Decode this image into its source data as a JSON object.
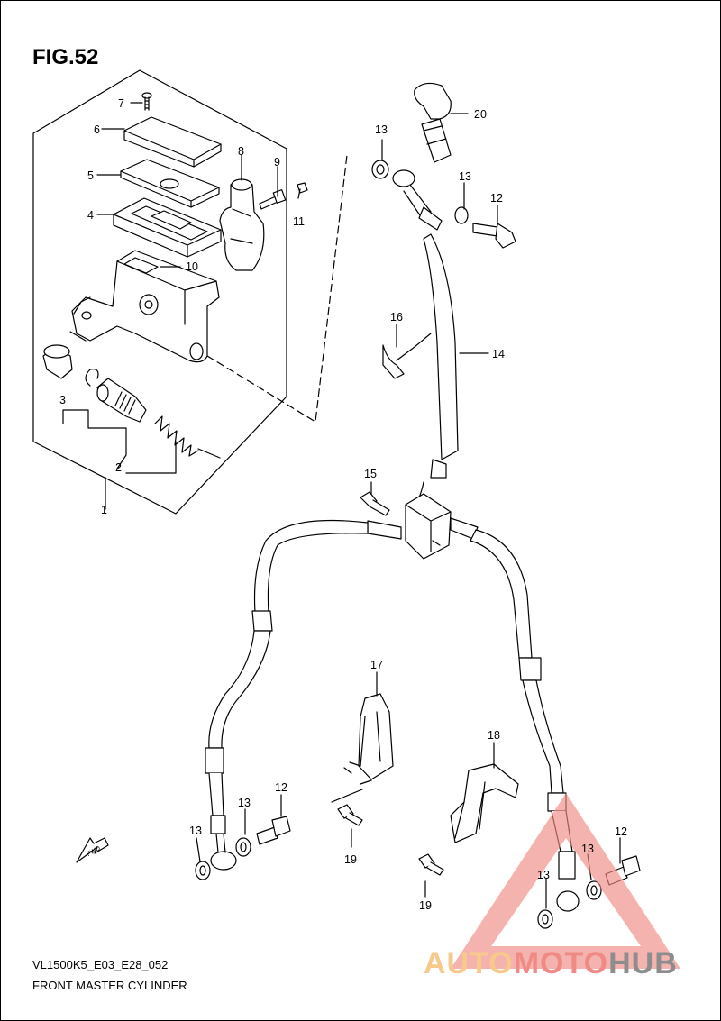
{
  "figure": {
    "title": "FIG.52"
  },
  "callouts": [
    "1",
    "2",
    "3",
    "4",
    "5",
    "6",
    "7",
    "8",
    "9",
    "10",
    "11",
    "12",
    "12",
    "12",
    "13",
    "13",
    "13",
    "13",
    "13",
    "13",
    "14",
    "15",
    "16",
    "17",
    "18",
    "19",
    "19",
    "20"
  ],
  "fwd_label": "FWD",
  "footer": {
    "code": "VL1500K5_E03_E28_052",
    "name": "FRONT MASTER CYLINDER"
  },
  "watermark": {
    "part1": "AUTO",
    "part2": "MOTO",
    "part3": "HUB",
    "colors": [
      "#f7c98a",
      "#f08a84",
      "#8d8d8d"
    ]
  }
}
